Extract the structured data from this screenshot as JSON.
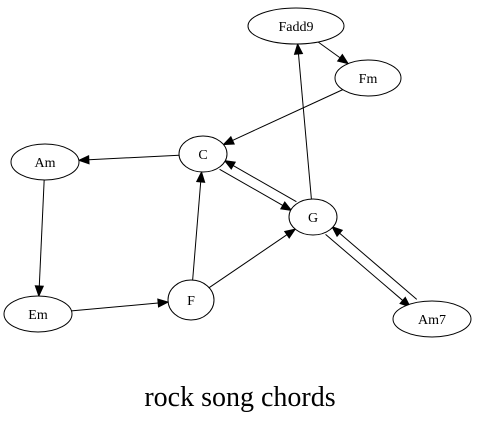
{
  "diagram": {
    "title": "rock song chords",
    "nodes": [
      {
        "id": "Fadd9",
        "label": "Fadd9"
      },
      {
        "id": "Fm",
        "label": "Fm"
      },
      {
        "id": "C",
        "label": "C"
      },
      {
        "id": "Am",
        "label": "Am"
      },
      {
        "id": "G",
        "label": "G"
      },
      {
        "id": "Em",
        "label": "Em"
      },
      {
        "id": "F",
        "label": "F"
      },
      {
        "id": "Am7",
        "label": "Am7"
      }
    ],
    "edges": [
      {
        "from": "Fadd9",
        "to": "Fm"
      },
      {
        "from": "Fm",
        "to": "C"
      },
      {
        "from": "C",
        "to": "Am"
      },
      {
        "from": "C",
        "to": "G"
      },
      {
        "from": "G",
        "to": "C"
      },
      {
        "from": "G",
        "to": "Fadd9"
      },
      {
        "from": "G",
        "to": "Am7"
      },
      {
        "from": "Am7",
        "to": "G"
      },
      {
        "from": "Am",
        "to": "Em"
      },
      {
        "from": "Em",
        "to": "F"
      },
      {
        "from": "F",
        "to": "C"
      },
      {
        "from": "F",
        "to": "G"
      }
    ]
  }
}
